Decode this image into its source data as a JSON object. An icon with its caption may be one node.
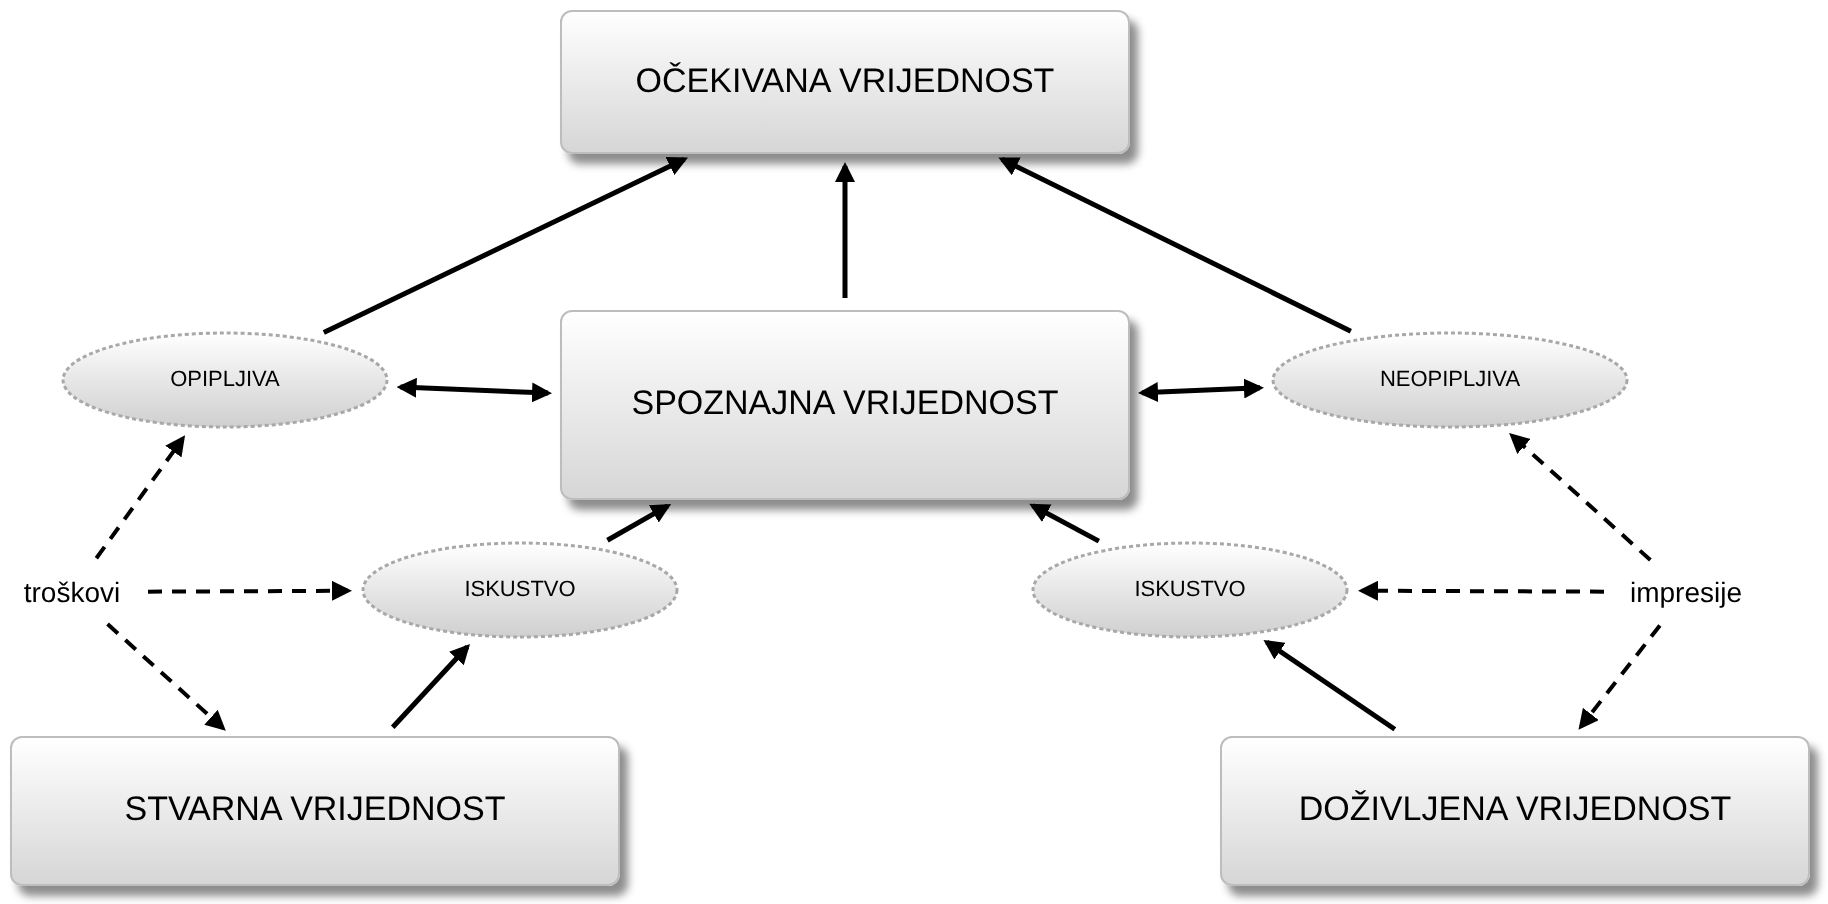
{
  "diagram": {
    "nodes": [
      {
        "text": [
          "OČEKIVANA VRIJEDNOST"
        ]
      },
      {
        "text": [
          "OPIPLJIVA"
        ]
      },
      {
        "text": [
          "SPOZNAJNA VRIJEDNOST"
        ]
      },
      {
        "text": [
          "NEOPIPLJIVA"
        ]
      },
      {
        "text": [
          "troškovi"
        ]
      },
      {
        "text": [
          "ISKUSTVO"
        ]
      },
      {
        "text": [
          "ISKUSTVO"
        ]
      },
      {
        "text": [
          "impresije"
        ]
      },
      {
        "text": [
          "STVARNA VRIJEDNOST"
        ]
      },
      {
        "text": [
          "DOŽIVLJENA VRIJEDNOST"
        ]
      }
    ],
    "edges": [
      {
        "from": 1,
        "to": 0,
        "arrow": "to"
      },
      {
        "from": 2,
        "to": 0,
        "arrow": "to"
      },
      {
        "from": 3,
        "to": 0,
        "arrow": "to"
      },
      {
        "from": 1,
        "to": 2,
        "arrow": "both"
      },
      {
        "from": 2,
        "to": 3,
        "arrow": "both"
      },
      {
        "from": 4,
        "to": 1,
        "arrow": "to",
        "style": "dashed"
      },
      {
        "from": 4,
        "to": 5,
        "arrow": "to",
        "style": "dashed"
      },
      {
        "from": 4,
        "to": 8,
        "arrow": "to",
        "style": "dashed"
      },
      {
        "from": 7,
        "to": 3,
        "arrow": "to",
        "style": "dashed"
      },
      {
        "from": 7,
        "to": 6,
        "arrow": "to",
        "style": "dashed"
      },
      {
        "from": 7,
        "to": 9,
        "arrow": "to",
        "style": "dashed"
      },
      {
        "from": 8,
        "to": 5,
        "arrow": "to"
      },
      {
        "from": 5,
        "to": 2,
        "arrow": "to"
      },
      {
        "from": 9,
        "to": 6,
        "arrow": "to"
      },
      {
        "from": 6,
        "to": 2,
        "arrow": "to"
      }
    ]
  }
}
